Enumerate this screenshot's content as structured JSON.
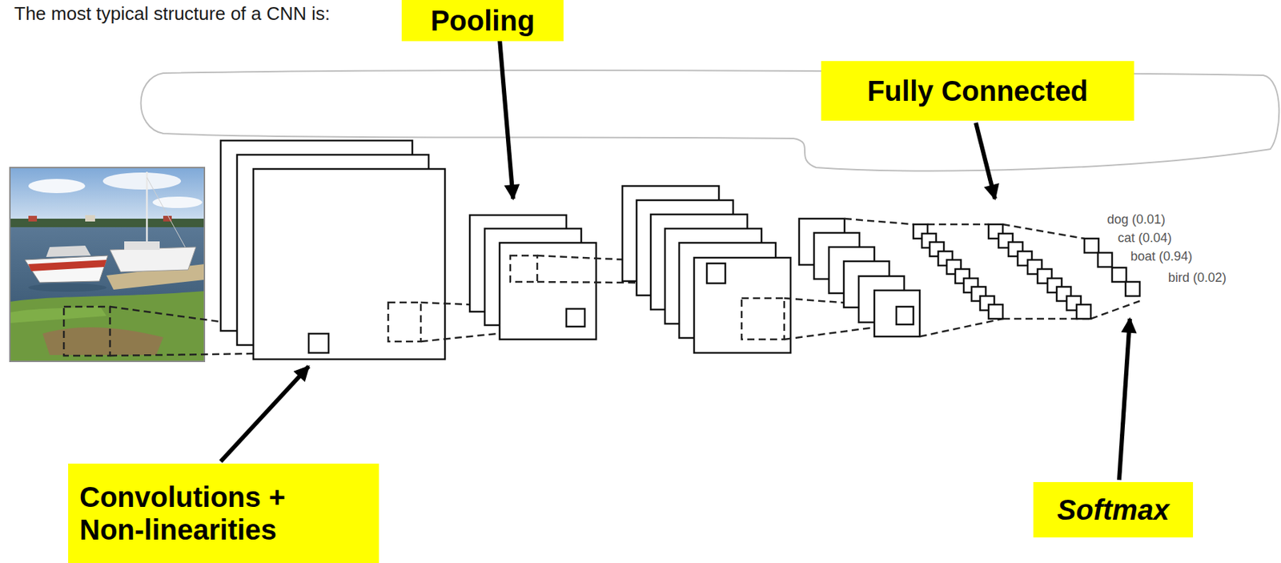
{
  "diagram": {
    "title": "The most typical structure of a CNN is:",
    "nodes": [
      {
        "text": [
          "Pooling"
        ]
      },
      {
        "text": [
          "Fully Connected"
        ]
      },
      {
        "text": [
          "Convolutions + Non-linearities"
        ]
      },
      {
        "text": [
          "Softmax"
        ]
      }
    ],
    "labels": [
      "dog (0.01)",
      "cat (0.04)",
      "boat (0.94)",
      "bird (0.02)"
    ]
  }
}
